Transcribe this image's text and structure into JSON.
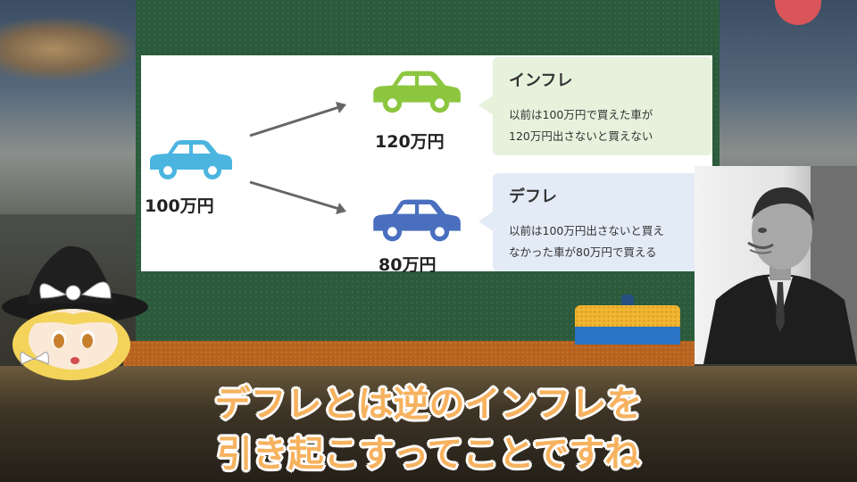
{
  "slide": {
    "origin_price": "100万円",
    "inflation": {
      "price": "120万円",
      "title": "インフレ",
      "lines": [
        "以前は100万円で買えた車が",
        "120万円出さないと買えない"
      ],
      "car_color": "#8cc63f",
      "bubble_color": "#e7f2dd"
    },
    "deflation": {
      "price": "80万円",
      "title": "デフレ",
      "lines": [
        "以前は100万円出さないと買え",
        "なかった車が80万円で買える"
      ],
      "car_color": "#4a6fbf",
      "bubble_color": "#e3ebf7"
    },
    "origin_car_color": "#4bb5e0"
  },
  "subtitle": {
    "line1": "デフレとは逆のインフレを",
    "line2": "引き起こすってことですね",
    "color": "#f6b25f"
  },
  "icons": {
    "character": "yukkuri-marisa-icon",
    "photo": "portrait-photo"
  }
}
